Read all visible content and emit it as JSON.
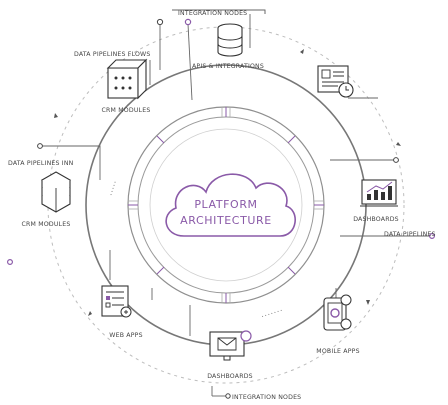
{
  "center": {
    "line1": "PLATFORM",
    "line2": "ARCHITECTURE"
  },
  "labels": {
    "integration_nodes_top": "INTEGRATION NODES",
    "apis_integrations": "APIS & INTEGRATIONS",
    "data_pipelines_flows": "DATA PIPELINES FLOWS",
    "crm_modules_top": "CRM MODULES",
    "data_pipelines_inn": "DATA PIPELINES INN",
    "crm_modules_left": "CRM MODULES",
    "dashboards_right": "DASHBOARDS",
    "data_pipelines_right": "DATA PIPELINES",
    "mobile_apps": "MOBILE APPS",
    "web_apps": "WEB APPS",
    "dashboards_bottom": "DASHBOARDS",
    "integration_nodes_bottom": "INTEGRATION NODES"
  },
  "colors": {
    "accent": "#8a5aa8",
    "line": "#555555",
    "ring": "#8f8f8f"
  }
}
